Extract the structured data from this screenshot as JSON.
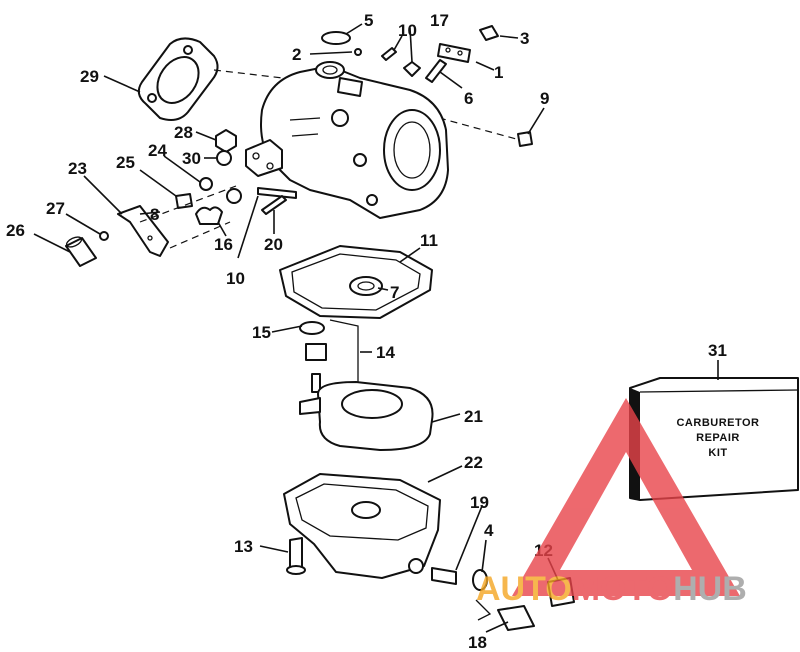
{
  "diagram": {
    "callouts": [
      "1",
      "2",
      "3",
      "4",
      "5",
      "6",
      "7",
      "8",
      "9",
      "10",
      "10",
      "11",
      "12",
      "13",
      "14",
      "15",
      "16",
      "17",
      "18",
      "19",
      "20",
      "21",
      "22",
      "23",
      "24",
      "25",
      "26",
      "27",
      "28",
      "29",
      "30",
      "31"
    ],
    "kit_label": [
      "CARBURETOR",
      "REPAIR",
      "KIT"
    ]
  },
  "watermark": {
    "part1": "AUTO",
    "part2": "MOTO",
    "part3": "HUB",
    "colors": {
      "red": "#e8444a",
      "orange": "#f5a623",
      "gray": "#9a9a9a"
    }
  }
}
